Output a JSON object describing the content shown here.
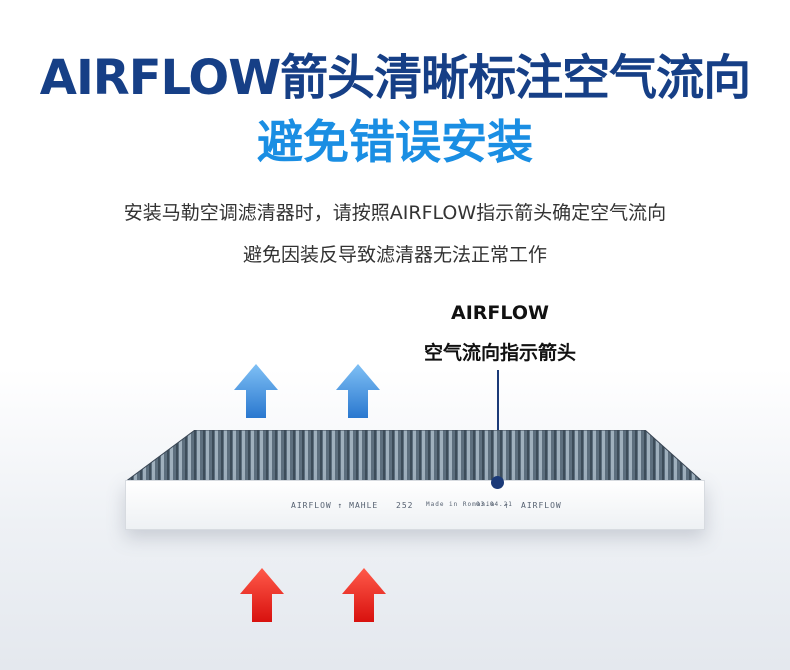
{
  "headline": "AIRFLOW箭头清晰标注空气流向",
  "subheadline": "避免错误安装",
  "description": {
    "line1": "安装马勒空调滤清器时，请按照AIRFLOW指示箭头确定空气流向",
    "line2": "避免因装反导致滤清器无法正常工作"
  },
  "callout": {
    "line1": "AIRFLOW",
    "line2": "空气流向指示箭头"
  },
  "filter_label": {
    "airflow_left": "AIRFLOW ↑ MAHLE",
    "code": "252",
    "small_text": "Made in Romania",
    "date": "03.04.21",
    "arrow": "↑",
    "airflow_right": "AIRFLOW"
  },
  "icons": {
    "outflow_arrows": "blue-up-arrow-icon",
    "inflow_arrows": "red-up-arrow-icon"
  },
  "colors": {
    "headline": "#163f86",
    "subheadline": "#1a8ee3",
    "outflow_arrow": "#3a8fdc",
    "inflow_arrow": "#e8211c",
    "leader": "#1b3a78"
  }
}
